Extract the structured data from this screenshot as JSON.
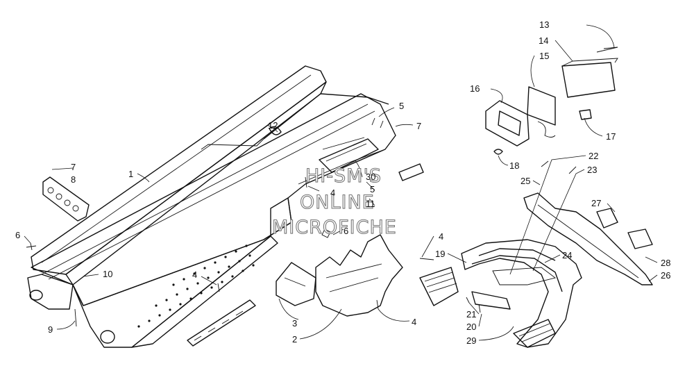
{
  "watermark": {
    "line1": "HI-SM'S",
    "line2": "ONLINE",
    "line3": "MICROFICHE"
  },
  "callouts": {
    "c1": "1",
    "c2": "2",
    "c3": "3",
    "c4a": "4",
    "c4b": "4",
    "c4c": "4",
    "c4d": "4",
    "c5a": "5",
    "c5b": "5",
    "c6a": "6",
    "c6b": "6",
    "c7a": "7",
    "c7b": "7",
    "c8": "8",
    "c9": "9",
    "c10": "10",
    "c11": "11",
    "c12": "12",
    "c13": "13",
    "c14": "14",
    "c15": "15",
    "c16": "16",
    "c17": "17",
    "c18": "18",
    "c19": "19",
    "c20": "20",
    "c21": "21",
    "c22": "22",
    "c23": "23",
    "c24": "24",
    "c25": "25",
    "c26": "26",
    "c27": "27",
    "c28": "28",
    "c29": "29",
    "c30": "30"
  }
}
